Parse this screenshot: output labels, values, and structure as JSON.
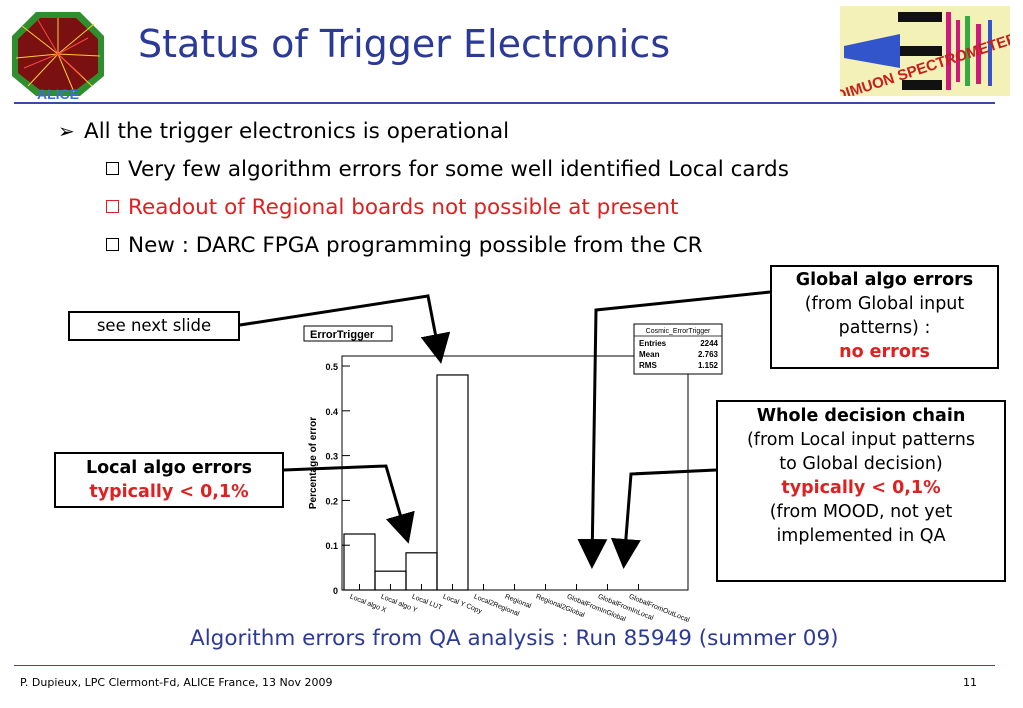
{
  "slide": {
    "title": "Status of Trigger Electronics",
    "bullets": [
      "All the trigger electronics is operational",
      "Very few algorithm errors for some well identified Local cards",
      "Readout of Regional boards not possible at present",
      "New : DARC FPGA programming possible from the CR"
    ],
    "logo_left_text": "ALICE",
    "logo_right_text": "DIMUON SPECTROMETER"
  },
  "callouts": {
    "see_next": "see next slide",
    "local_title": "Local algo errors",
    "local_value": "typically < 0,1%",
    "global_title": "Global algo errors",
    "global_line1": "(from Global input",
    "global_line2": "patterns) :",
    "global_value": "no errors",
    "whole_title": "Whole decision chain",
    "whole_line1": "(from Local input patterns",
    "whole_line2": "to Global decision)",
    "whole_value": "typically < 0,1%",
    "whole_line3": "(from MOOD, not yet",
    "whole_line4": "implemented in QA"
  },
  "chart_data": {
    "type": "bar",
    "title": "ErrorTrigger",
    "ylabel": "Percentage of error",
    "ylim": [
      0,
      0.5
    ],
    "yticks": [
      "0",
      "0.1",
      "0.2",
      "0.3",
      "0.4",
      "0.5"
    ],
    "categories": [
      "Local algo X",
      "Local algo Y",
      "Local LUT",
      "Local Y Copy",
      "Local2Regional",
      "Regional",
      "Regional2Global",
      "GlobalFromInGlobal",
      "GlobalFromInLocal",
      "GlobalFromOutLocal"
    ],
    "values": [
      0.125,
      0.042,
      0.083,
      0.48,
      0,
      0,
      0,
      0,
      0,
      0
    ],
    "stats": {
      "name": "Cosmic_ErrorTrigger",
      "rows": [
        {
          "label": "Entries",
          "value": "2244"
        },
        {
          "label": "Mean",
          "value": "2.763"
        },
        {
          "label": "RMS",
          "value": "1.152"
        }
      ]
    }
  },
  "caption": "Algorithm errors from QA analysis : Run 85949 (summer 09)",
  "footer": {
    "text": "P. Dupieux, LPC Clermont-Fd, ALICE France, 13 Nov 2009",
    "page": "11"
  }
}
